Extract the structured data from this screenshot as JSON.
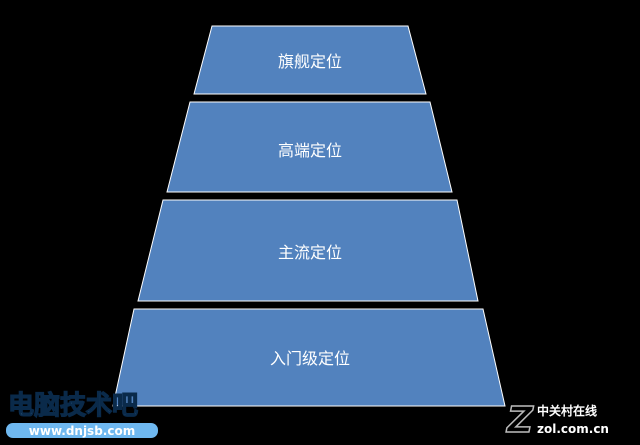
{
  "pyramid": {
    "tiers": [
      {
        "label": "旗舰定位"
      },
      {
        "label": "高端定位"
      },
      {
        "label": "主流定位"
      },
      {
        "label": "入门级定位"
      }
    ],
    "fill_color": "#5282be",
    "edge_color": "#ffffff",
    "background_color": "#000000"
  },
  "watermark_left": {
    "title": "电脑技术吧",
    "url": "www.dnjsb.com",
    "title_color": "#6fb8f0",
    "url_color": "#ffffff"
  },
  "watermark_right": {
    "logo_letter": "Z",
    "cn_text": "中关村在线",
    "domain_text": "zol.com.cn"
  }
}
